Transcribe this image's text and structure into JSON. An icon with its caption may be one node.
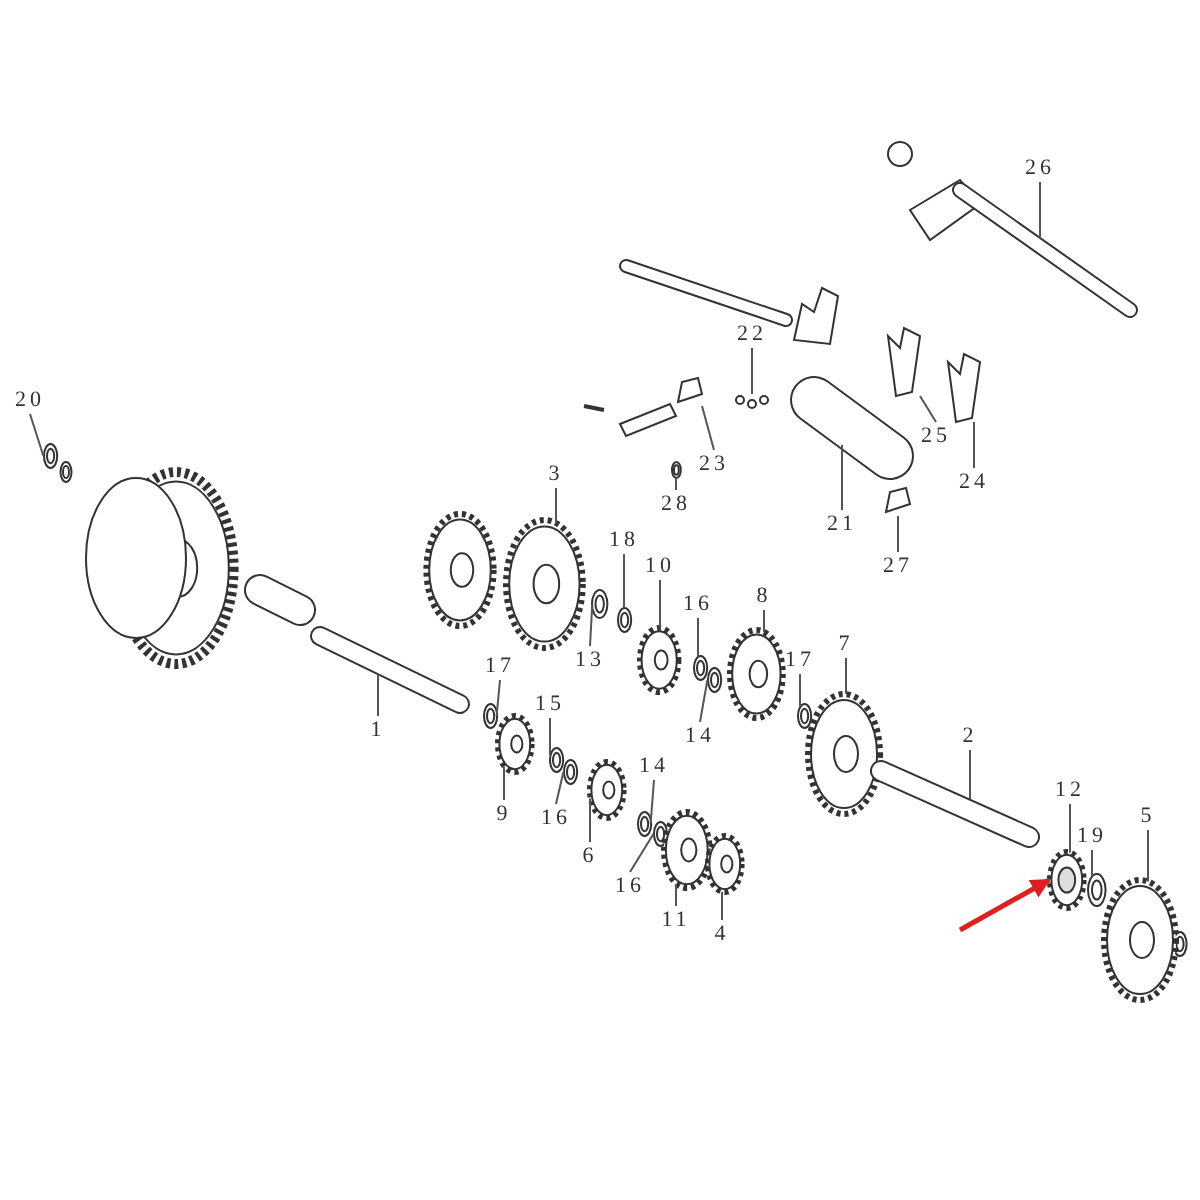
{
  "diagram": {
    "nodes": [
      {
        "text": [
          "26"
        ]
      },
      {
        "text": [
          "22"
        ]
      },
      {
        "text": [
          "20"
        ]
      },
      {
        "text": [
          "25"
        ]
      },
      {
        "text": [
          "23"
        ]
      },
      {
        "text": [
          "3"
        ]
      },
      {
        "text": [
          "24"
        ]
      },
      {
        "text": [
          "28"
        ]
      },
      {
        "text": [
          "21"
        ]
      },
      {
        "text": [
          "18"
        ]
      },
      {
        "text": [
          "27"
        ]
      },
      {
        "text": [
          "10"
        ]
      },
      {
        "text": [
          "16"
        ]
      },
      {
        "text": [
          "8"
        ]
      },
      {
        "text": [
          "13"
        ]
      },
      {
        "text": [
          "17"
        ]
      },
      {
        "text": [
          "7"
        ]
      },
      {
        "text": [
          "17"
        ]
      },
      {
        "text": [
          "15"
        ]
      },
      {
        "text": [
          "1"
        ]
      },
      {
        "text": [
          "14"
        ]
      },
      {
        "text": [
          "2"
        ]
      },
      {
        "text": [
          "14"
        ]
      },
      {
        "text": [
          "12"
        ]
      },
      {
        "text": [
          "19"
        ]
      },
      {
        "text": [
          "9"
        ]
      },
      {
        "text": [
          "16"
        ]
      },
      {
        "text": [
          "5"
        ]
      },
      {
        "text": [
          "6"
        ]
      },
      {
        "text": [
          "16"
        ]
      },
      {
        "text": [
          "11"
        ]
      },
      {
        "text": [
          "4"
        ]
      },
      {
        "text": [],
        "shape": "picture"
      },
      {
        "text": [],
        "shape": "picture"
      },
      {
        "text": [],
        "shape": "picture"
      },
      {
        "text": [],
        "shape": "picture"
      },
      {
        "text": [],
        "shape": "picture"
      },
      {
        "text": [],
        "shape": "picture"
      },
      {
        "text": [],
        "shape": "picture"
      },
      {
        "text": [],
        "shape": "picture"
      },
      {
        "text": [],
        "shape": "picture"
      },
      {
        "text": [],
        "shape": "picture"
      },
      {
        "text": [],
        "shape": "picture"
      },
      {
        "text": [],
        "shape": "picture"
      },
      {
        "text": [],
        "shape": "picture"
      },
      {
        "text": [],
        "shape": "picture"
      },
      {
        "text": [],
        "shape": "picture"
      },
      {
        "text": [],
        "shape": "picture"
      },
      {
        "text": [],
        "shape": "picture"
      },
      {
        "text": [],
        "shape": "picture"
      },
      {
        "text": [],
        "shape": "picture"
      },
      {
        "text": [],
        "shape": "picture"
      },
      {
        "text": [],
        "shape": "picture"
      },
      {
        "text": [],
        "shape": "picture"
      },
      {
        "text": [],
        "shape": "picture"
      },
      {
        "text": [],
        "shape": "picture"
      },
      {
        "text": [],
        "shape": "picture"
      },
      {
        "text": [],
        "shape": "picture"
      },
      {
        "text": [],
        "shape": "picture"
      },
      {
        "text": [],
        "shape": "picture"
      },
      {
        "text": [],
        "shape": "picture"
      },
      {
        "text": [],
        "shape": "picture"
      },
      {
        "text": [],
        "shape": "picture"
      },
      {
        "text": [],
        "shape": "picture"
      }
    ],
    "edges": [
      {
        "from": 0,
        "to": 32,
        "arrow": "none"
      },
      {
        "from": 1,
        "to": 33,
        "arrow": "none"
      },
      {
        "from": 2,
        "to": 34,
        "arrow": "none"
      },
      {
        "from": 3,
        "to": 35,
        "arrow": "none"
      },
      {
        "from": 4,
        "to": 36,
        "arrow": "none"
      },
      {
        "from": 5,
        "to": 37,
        "arrow": "none"
      },
      {
        "from": 6,
        "to": 38,
        "arrow": "none"
      },
      {
        "from": 7,
        "to": 39,
        "arrow": "none"
      },
      {
        "from": 8,
        "to": 40,
        "arrow": "none"
      },
      {
        "from": 9,
        "to": 41,
        "arrow": "none"
      },
      {
        "from": 10,
        "to": 42,
        "arrow": "none"
      },
      {
        "from": 11,
        "to": 43,
        "arrow": "none"
      },
      {
        "from": 12,
        "to": 44,
        "arrow": "none"
      },
      {
        "from": 13,
        "to": 45,
        "arrow": "none"
      },
      {
        "from": 14,
        "to": 46,
        "arrow": "none"
      },
      {
        "from": 15,
        "to": 47,
        "arrow": "none"
      },
      {
        "from": 16,
        "to": 48,
        "arrow": "none"
      },
      {
        "from": 17,
        "to": 49,
        "arrow": "none"
      },
      {
        "from": 18,
        "to": 50,
        "arrow": "none"
      },
      {
        "from": 19,
        "to": 51,
        "arrow": "none"
      },
      {
        "from": 20,
        "to": 52,
        "arrow": "none"
      },
      {
        "from": 21,
        "to": 53,
        "arrow": "none"
      },
      {
        "from": 22,
        "to": 54,
        "arrow": "none"
      },
      {
        "from": 23,
        "to": 55,
        "arrow": "none"
      },
      {
        "from": 24,
        "to": 56,
        "arrow": "none"
      },
      {
        "from": 25,
        "to": 57,
        "arrow": "none"
      },
      {
        "from": 26,
        "to": 58,
        "arrow": "none"
      },
      {
        "from": 27,
        "to": 59,
        "arrow": "none"
      },
      {
        "from": 28,
        "to": 60,
        "arrow": "none"
      },
      {
        "from": 29,
        "to": 61,
        "arrow": "none"
      },
      {
        "from": 30,
        "to": 62,
        "arrow": "none"
      },
      {
        "from": 31,
        "to": 63,
        "arrow": "none"
      },
      {
        "from": null,
        "to": 55,
        "arrow": "to",
        "style": "thick",
        "color": "#e02020"
      }
    ]
  }
}
